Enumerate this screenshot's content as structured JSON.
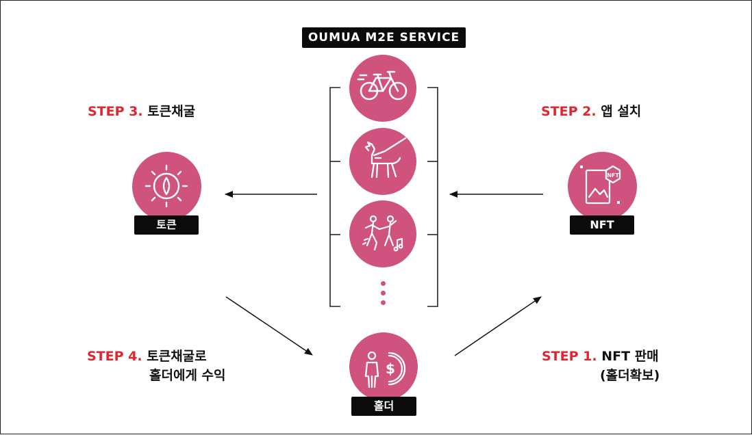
{
  "title": "OUMUA M2E SERVICE",
  "colors": {
    "accent": "#d0527f",
    "step": "#e0262f",
    "tag_bg": "#0b0b0b"
  },
  "service_icons": [
    "bicycle-icon",
    "dog-walking-icon",
    "dancing-icon"
  ],
  "nodes": {
    "token": {
      "label": "토큰",
      "icon": "token-coin-icon"
    },
    "nft": {
      "label": "NFT",
      "icon": "nft-image-icon"
    },
    "holder": {
      "label": "홀더",
      "icon": "holder-dollar-icon"
    }
  },
  "steps": {
    "step1": {
      "num": "STEP 1.",
      "text": "NFT 판매",
      "text2": "(홀더확보)"
    },
    "step2": {
      "num": "STEP 2.",
      "text": "앱 설치"
    },
    "step3": {
      "num": "STEP 3.",
      "text": "토큰채굴"
    },
    "step4": {
      "num": "STEP 4.",
      "text": "토큰채굴로",
      "text2": "홀더에게 수익"
    }
  }
}
